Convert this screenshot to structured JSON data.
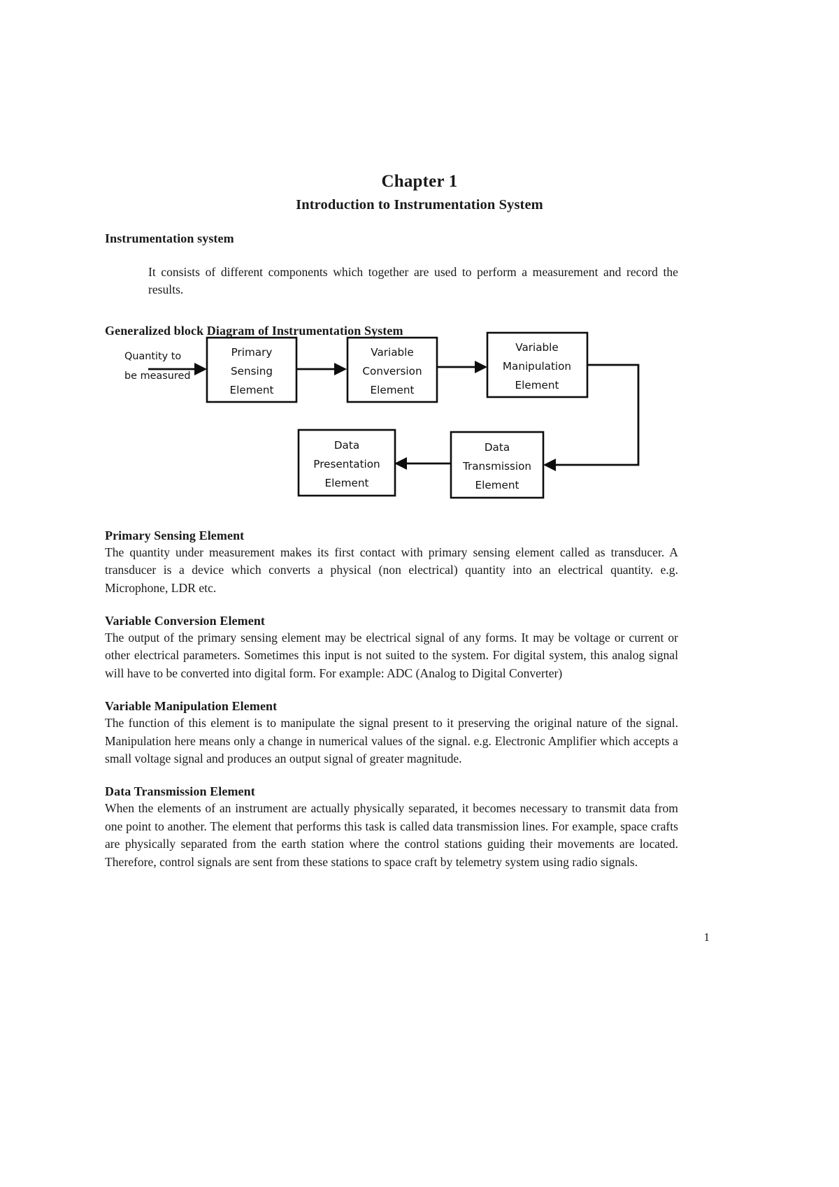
{
  "document": {
    "chapter_title": "Chapter 1",
    "chapter_subtitle": "Introduction to Instrumentation System",
    "page_number": "1"
  },
  "intro": {
    "heading": "Instrumentation system",
    "paragraph": "It consists of different components which together are used to perform a measurement and record the results."
  },
  "diagram": {
    "heading": "Generalized block Diagram of Instrumentation System",
    "input_label_line1": "Quantity to",
    "input_label_line2": "be measured",
    "blocks": [
      {
        "id": "primary-sensing-element",
        "lines": [
          "Primary",
          "Sensing",
          "Element"
        ]
      },
      {
        "id": "variable-conversion-element",
        "lines": [
          "Variable",
          "Conversion",
          "Element"
        ]
      },
      {
        "id": "variable-manipulation-element",
        "lines": [
          "Variable",
          "Manipulation",
          "Element"
        ]
      },
      {
        "id": "data-transmission-element",
        "lines": [
          "Data",
          "Transmission",
          "Element"
        ]
      },
      {
        "id": "data-presentation-element",
        "lines": [
          "Data",
          "Presentation",
          "Element"
        ]
      }
    ]
  },
  "sections": [
    {
      "id": "primary-sensing-element",
      "heading": "Primary Sensing Element",
      "paragraph": "The quantity under measurement makes its first contact with primary sensing element called as transducer. A transducer is a device which converts a physical (non electrical) quantity into an electrical quantity. e.g. Microphone, LDR etc."
    },
    {
      "id": "variable-conversion-element",
      "heading": "Variable Conversion Element",
      "paragraph": "The output of the primary sensing element may be electrical signal of any forms. It may be voltage or current or other electrical parameters. Sometimes this input is not suited to the system. For digital system, this analog signal will have to be converted into digital form. For example: ADC (Analog to Digital Converter)"
    },
    {
      "id": "variable-manipulation-element",
      "heading": "Variable Manipulation Element",
      "paragraph": "The function of this element is to manipulate the signal present to it preserving the original nature of the signal. Manipulation here means only a change in numerical values of the signal. e.g. Electronic Amplifier which accepts a small voltage signal and produces an output signal of greater magnitude."
    },
    {
      "id": "data-transmission-element",
      "heading": "Data Transmission Element",
      "paragraph": "When the elements of an instrument are actually physically separated, it becomes necessary to transmit data from one point to another. The element that performs this task is called data transmission lines. For example, space crafts are physically separated from the earth station where the control stations guiding their movements are located. Therefore, control signals are sent from these stations to space craft by telemetry system using radio signals."
    }
  ]
}
